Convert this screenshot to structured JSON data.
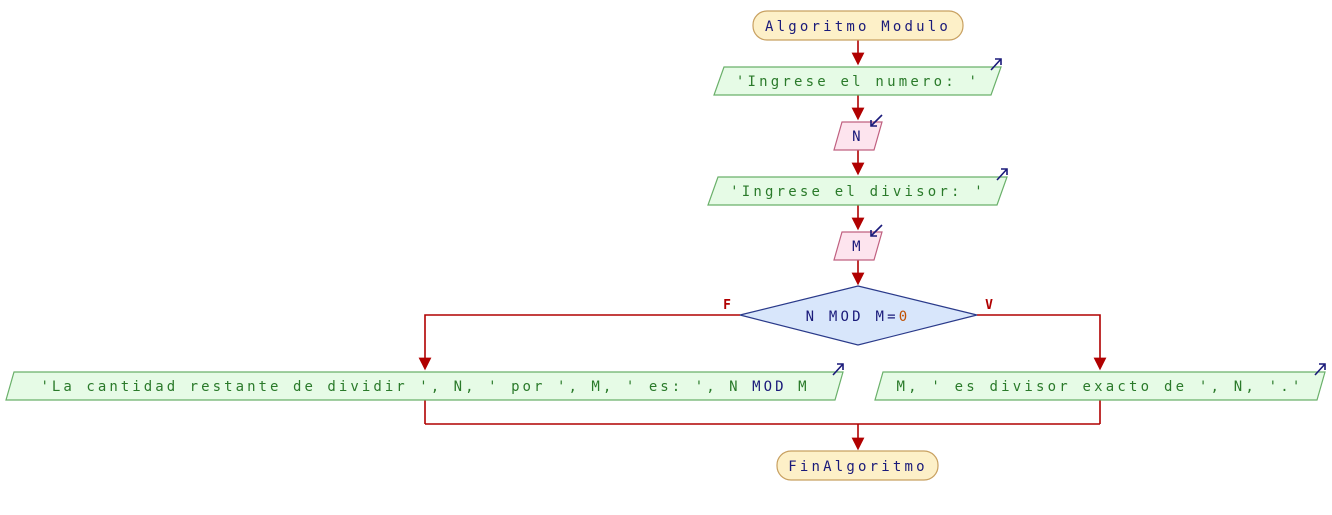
{
  "flowchart": {
    "start_label": "Algoritmo Modulo",
    "end_label": "FinAlgoritmo",
    "output_prompt_n": "'Ingrese el numero: '",
    "input_n": "N",
    "output_prompt_m": "'Ingrese el divisor: '",
    "input_m": "M",
    "decision": {
      "var_n": "N",
      "op": "MOD",
      "rest": "M=",
      "zero": "0"
    },
    "false_label": "F",
    "true_label": "V",
    "false_output": {
      "prefix": "'La cantidad restante de dividir ', N, ' por ', M, ' es: ', N",
      "op": "MOD",
      "suffix": "M"
    },
    "true_output": "M, ' es divisor exacto de ', N, '.'"
  },
  "colors": {
    "connector": "#b00000",
    "terminal_fill": "#fdf0c8",
    "terminal_stroke": "#c8a060",
    "output_fill": "#e6fbe6",
    "output_stroke": "#6ab06a",
    "input_fill": "#fde4ee",
    "input_stroke": "#c06080",
    "decision_fill": "#d8e6fb",
    "decision_stroke": "#2a3a8a",
    "io_arrow": "#1a1a7a"
  }
}
